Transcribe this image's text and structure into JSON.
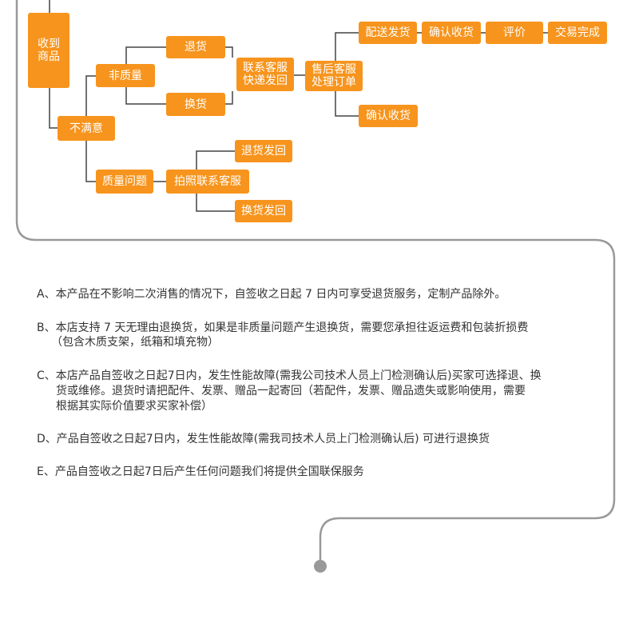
{
  "flowchart": {
    "nodes": {
      "received": [
        "收到",
        "商品"
      ],
      "unsatisfied": "不满意",
      "non_quality": "非质量",
      "quality_issue": "质量问题",
      "return_1": "退货",
      "exchange_1": "换货",
      "contact_cs_express": [
        "联系客服",
        "快递发回"
      ],
      "after_sales": [
        "售后客服",
        "处理订单"
      ],
      "dispatch": "配送发货",
      "confirm_receipt_1": "确认收货",
      "review": "评价",
      "deal_done": "交易完成",
      "confirm_receipt_2": "确认收货",
      "photo_contact_cs": "拍照联系客服",
      "return_send_back": "退货发回",
      "exchange_send_back": "换货发回"
    },
    "node_color": "#f7941d",
    "line_color": "#444444",
    "frame_color": "#999999"
  },
  "policy": {
    "items": [
      [
        "A、本产品在不影响二次消售的情况下，自签收之日起 7 日内可享受退货服务，定制产品除外。"
      ],
      [
        "B、本店支持 7 天无理由退换货，如果是非质量问题产生退换货，需要您承担往返运费和包装折损费",
        "（包含木质支架，纸箱和填充物）"
      ],
      [
        "C、本店产品自签收之日起7日内，发生性能故障(需我公司技术人员上门检测确认后)买家可选择退、换",
        "货或维修。退货时请把配件、发票、赠品一起寄回（若配件，发票、赠品遗失或影响使用，需要",
        "根据其实际价值要求买家补偿）"
      ],
      [
        "D、产品自签收之日起7日内，发生性能故障(需我司技术人员上门检测确认后) 可进行退换货"
      ],
      [
        "E、产品自签收之日起7日后产生任何问题我们将提供全国联保服务"
      ]
    ],
    "text_color": "#333333"
  }
}
